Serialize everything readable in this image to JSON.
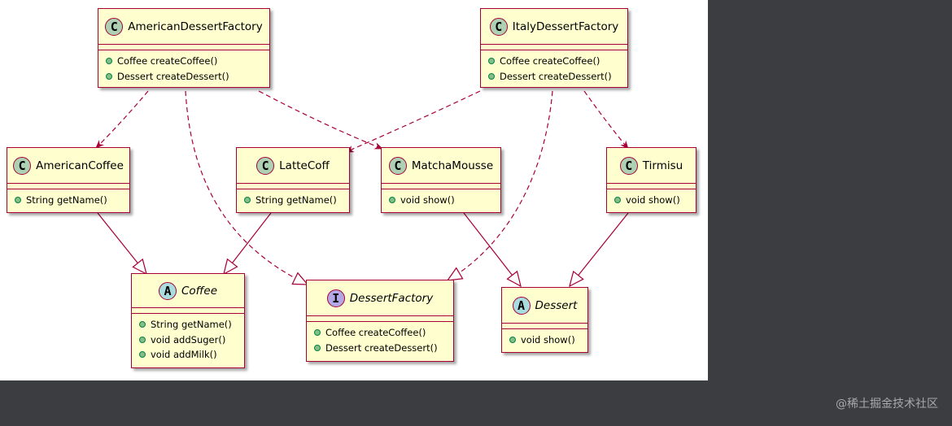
{
  "colors": {
    "box_fill": "#fefece",
    "box_border": "#a80036",
    "class_badge": "#add1b2",
    "abstract_badge": "#a9dcdf",
    "interface_badge": "#b4a7e5",
    "method_dot": "#84be84"
  },
  "classes": {
    "american_dessert_factory": {
      "badge": "C",
      "name": "AmericanDessertFactory",
      "methods": [
        "Coffee createCoffee()",
        "Dessert createDessert()"
      ]
    },
    "italy_dessert_factory": {
      "badge": "C",
      "name": "ItalyDessertFactory",
      "methods": [
        "Coffee createCoffee()",
        "Dessert createDessert()"
      ]
    },
    "american_coffee": {
      "badge": "C",
      "name": "AmericanCoffee",
      "methods": [
        "String getName()"
      ]
    },
    "latte_coff": {
      "badge": "C",
      "name": "LatteCoff",
      "methods": [
        "String getName()"
      ]
    },
    "matcha_mousse": {
      "badge": "C",
      "name": "MatchaMousse",
      "methods": [
        "void show()"
      ]
    },
    "tirmisu": {
      "badge": "C",
      "name": "Tirmisu",
      "methods": [
        "void show()"
      ]
    },
    "coffee": {
      "badge": "A",
      "name": "Coffee",
      "methods": [
        "String getName()",
        "void addSuger()",
        "void addMilk()"
      ]
    },
    "dessert_factory": {
      "badge": "I",
      "name": "DessertFactory",
      "methods": [
        "Coffee createCoffee()",
        "Dessert createDessert()"
      ]
    },
    "dessert": {
      "badge": "A",
      "name": "Dessert",
      "methods": [
        "void show()"
      ]
    }
  },
  "watermark": "@稀土掘金技术社区"
}
